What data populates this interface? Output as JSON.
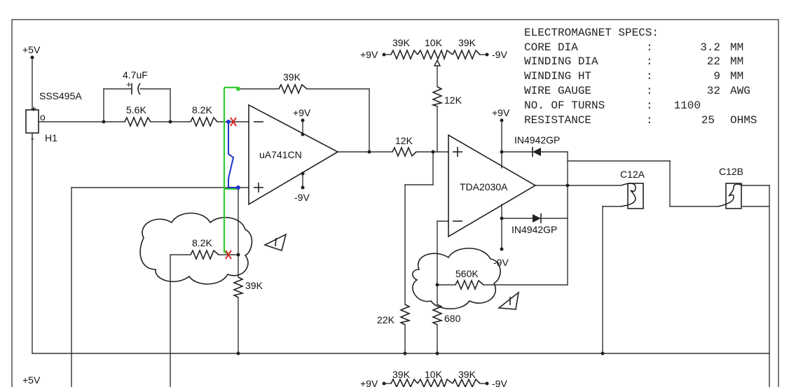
{
  "specs": {
    "title": "ELECTROMAGNET SPECS:",
    "rows": [
      {
        "name": "CORE DIA",
        "sep": ":",
        "value": "3.2",
        "unit": "MM"
      },
      {
        "name": "WINDING DIA",
        "sep": ":",
        "value": "22",
        "unit": "MM"
      },
      {
        "name": "WINDING HT",
        "sep": ":",
        "value": "9",
        "unit": "MM"
      },
      {
        "name": "WIRE GAUGE",
        "sep": ":",
        "value": "32",
        "unit": "AWG"
      },
      {
        "name": "NO. OF TURNS",
        "sep": ":",
        "value": "1100",
        "unit": ""
      },
      {
        "name": "RESISTANCE",
        "sep": ":",
        "value": "25",
        "unit": "OHMS"
      }
    ]
  },
  "labels": {
    "plus5v_top": "+5V",
    "plus5v_bottom": "+5V",
    "sensor": "SSS495A",
    "sensor_pin_plus": "+",
    "sensor_pin_o": "o",
    "sensor_pin_minus": "-",
    "sensor_name": "H1",
    "cap": "4.7uF",
    "cap_plus": "+",
    "r_5k6": "5.6K",
    "r_8k2_in": "8.2K",
    "r_8k2_fb": "8.2K",
    "r_39k_fb": "39K",
    "r_39k_bias": "39K",
    "opamp1": "uA741CN",
    "opamp1_pos_supply": "+9V",
    "opamp1_neg_supply": "-9V",
    "pot_top_plus": "+9V",
    "pot_top_minus": "-9V",
    "pot_top_r1": "39K",
    "pot_top_r2": "10K",
    "pot_top_r3": "39K",
    "r_12k_vert": "12K",
    "r_12k_series": "12K",
    "opamp2": "TDA2030A",
    "opamp2_pos_supply": "+9V",
    "opamp2_neg_supply": "-9V",
    "diode_top": "IN4942GP",
    "diode_bottom": "IN4942GP",
    "coil_a": "C12A",
    "coil_b": "C12B",
    "r_560k": "560K",
    "r_22k": "22K",
    "r_680": "680",
    "pot_bot_plus": "+9V",
    "pot_bot_minus": "-9V",
    "pot_bot_r1": "39K",
    "pot_bot_r2": "10K",
    "pot_bot_r3": "39K"
  },
  "colors": {
    "ink": "#222222",
    "green_mod": "#33cc33",
    "blue_mod": "#2233cc",
    "red_mark": "#dd2222"
  }
}
